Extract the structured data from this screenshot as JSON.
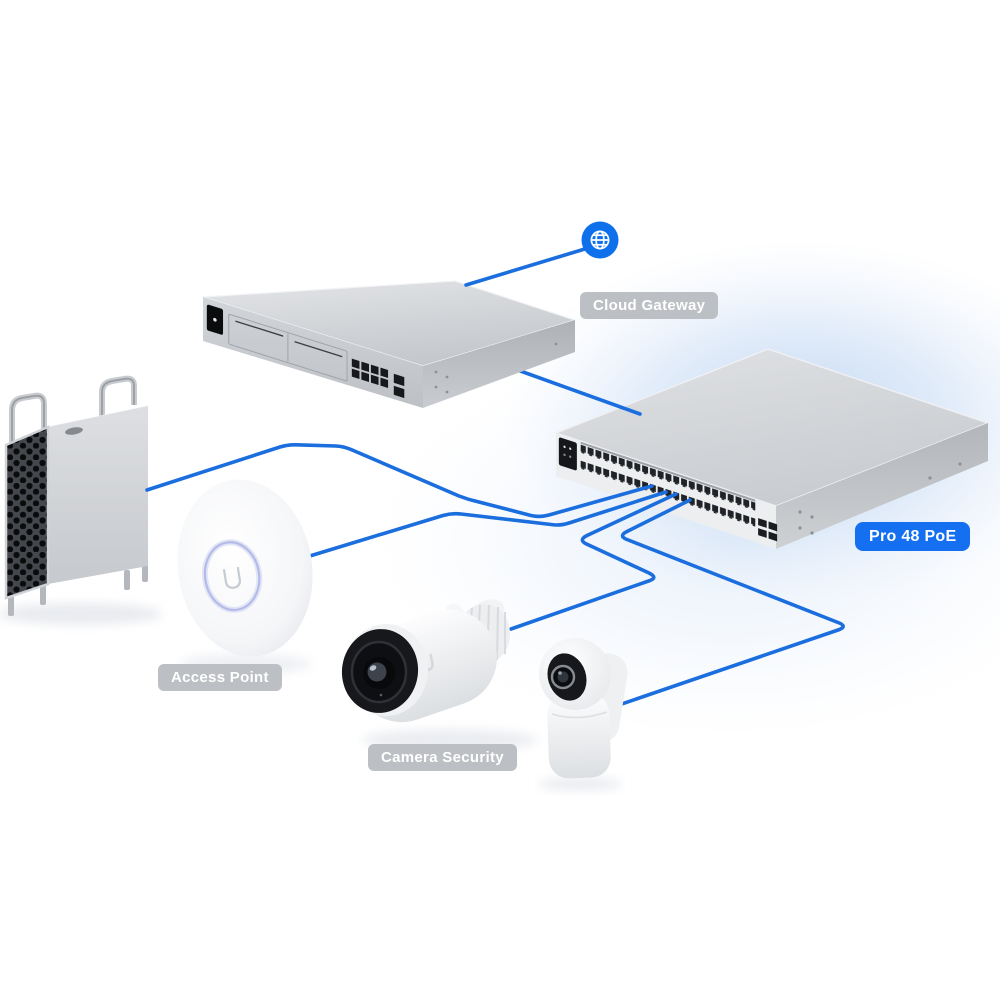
{
  "diagram": {
    "labels": {
      "cloud_gateway": "Cloud Gateway",
      "pro_48_poe": "Pro 48 PoE",
      "access_point": "Access Point",
      "camera_security": "Camera Security"
    },
    "icons": {
      "internet": "globe-icon"
    },
    "colors": {
      "cable_blue": "#1b6ede",
      "badge_blue": "#1470f0",
      "badge_gray": "#bcbfc3",
      "globe_blue": "#0f70ec",
      "glow_blue": "#bdd4f1"
    },
    "connections": [
      "internet - cloud-gateway",
      "cloud-gateway - pro-48-poe-switch",
      "pro-48-poe-switch - workstation-tower",
      "pro-48-poe-switch - access-point",
      "pro-48-poe-switch - bullet-camera",
      "pro-48-poe-switch - pan-camera"
    ]
  }
}
